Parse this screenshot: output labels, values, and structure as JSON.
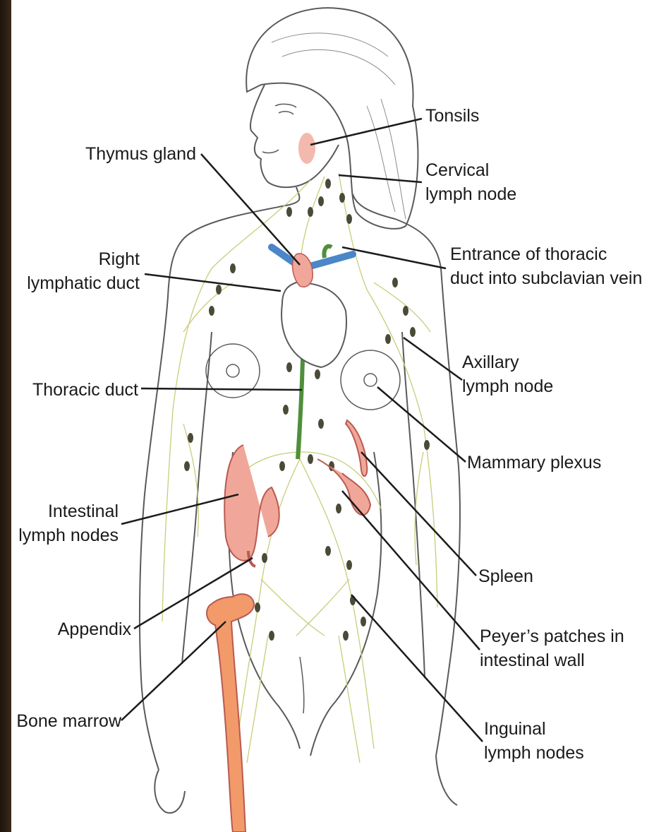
{
  "labels": {
    "tonsils": [
      "Tonsils"
    ],
    "thymus": [
      "Thymus gland"
    ],
    "cervical": [
      "Cervical",
      "lymph node"
    ],
    "right_lymphatic": [
      "Right",
      "lymphatic duct"
    ],
    "thoracic_entrance": [
      "Entrance of thoracic",
      "duct into subclavian vein"
    ],
    "axillary": [
      "Axillary",
      "lymph node"
    ],
    "thoracic_duct": [
      "Thoracic duct"
    ],
    "mammary": [
      "Mammary plexus"
    ],
    "intestinal": [
      "Intestinal",
      "lymph nodes"
    ],
    "spleen": [
      "Spleen"
    ],
    "appendix": [
      "Appendix"
    ],
    "peyers": [
      "Peyer’s patches in",
      "intestinal wall"
    ],
    "bone_marrow": [
      "Bone marrow"
    ],
    "inguinal": [
      "Inguinal",
      "lymph nodes"
    ]
  },
  "colors": {
    "line": "#1b1b1b",
    "outline": "#5a5a5a",
    "lymph": "#c9cc7a",
    "node": "#4a4a38",
    "organ": "#f0a79a",
    "organ_dark": "#b85a50",
    "vein": "#4a86c8",
    "duct": "#4f8f3a",
    "bone": "#f29a6a",
    "dark_edge": "#2a1e12"
  }
}
